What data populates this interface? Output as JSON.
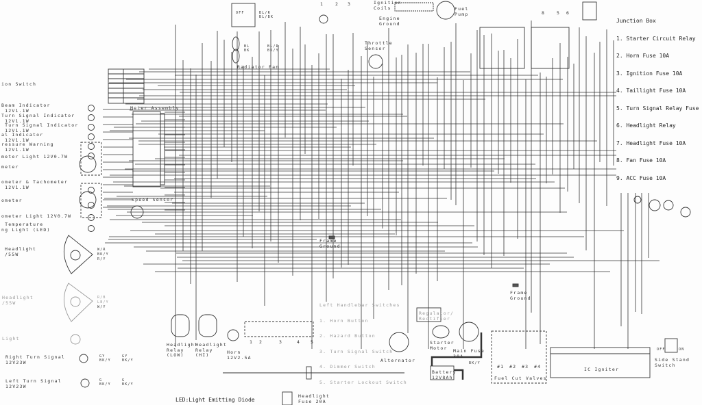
{
  "junction_box": {
    "title": "Junction Box",
    "items": [
      "1. Starter Circuit Relay",
      "2. Horn Fuse 10A",
      "3. Ignition Fuse 10A",
      "4. Taillight Fuse 10A",
      "5. Turn Signal Relay Fuse",
      "6. Headlight Relay",
      "7. Headlight Fuse 10A",
      "8. Fan Fuse 10A",
      "9. ACC Fuse 10A"
    ]
  },
  "left_labels": {
    "ignition_switch": "ion Switch",
    "beam_indicator": "Beam Indicator\n 12V1.1W",
    "turn_indicator_1": "Turn Signal Indicator\n 12V1.1W",
    "turn_indicator_2": " Turn Signal Indicator\n 12V1.1W",
    "neutral_indicator": "al Indicator\n 12V1.1W",
    "pressure_warning": "ressure Warning\n 12V1.1W",
    "meter_light_1": "meter Light 12V0.7W",
    "meter": "meter",
    "speedometer_tach": "ometer & Tachometer\n 12V1.1W",
    "ometer": "ometer",
    "meter_light_2": "ometer Light 12V0.7W",
    "temperature": " Temperature\nng Light (LED)",
    "headlight_1": "Headlight\n/55W",
    "headlight_2": "Headlight\n/55W",
    "light": "Light",
    "right_turn": "Right Turn Signal\n12V23W",
    "left_turn": "Left Turn Signal\n12V23W"
  },
  "components": {
    "meter_assembly": "Meter Assembly",
    "speed_sensor": "Speed Sensor",
    "radiator_fan": "Radiator Fan",
    "ignition_coils": "Ignition\nCoils",
    "engine_ground": "Engine\nGround",
    "throttle_sensor": "Throttle\nSensor",
    "fuel_pump": "Fuel\nPump",
    "frame_ground_1": "Frame\nGround",
    "frame_ground_2": "Frame\nGround",
    "headlight_relay_low": "Headlight\nRelay\n(LOW)",
    "headlight_relay_hi": "Headlight\nRelay\n(HI)",
    "horn": "Horn\n12V2.5A",
    "headlight_fuse": "Headlight\nFuse 20A",
    "led_note": "LED:Light Emitting Diode",
    "regulator": "Regulator/\nRectifier",
    "starter_motor": "Starter\nMotor",
    "main_fuse": "Main Fuse\n30A",
    "alternator": "Alternator",
    "battery": "Battery\n12V8Ah",
    "fuel_cut_valves": "Fuel Cut Valves",
    "valves": [
      "#1",
      "#2",
      "#3",
      "#4"
    ],
    "ic_igniter": "IC Igniter",
    "side_stand": "Side Stand\nSwitch",
    "off": "OFF",
    "on": "ON",
    "fan_off": "OFF"
  },
  "handlebar_switches": {
    "title": "Left Handlebar Switches",
    "items": [
      "1. Horn Button",
      "2. Hazard Button",
      "3. Turn Signal Switch",
      "4. Dimmer Switch",
      "5. Starter Lockout Switch"
    ],
    "numbers": [
      "1",
      "2",
      "3",
      "4",
      "5"
    ]
  },
  "top_circles": [
    "1",
    "2",
    "3"
  ],
  "right_circles": [
    "8",
    "5",
    "6"
  ],
  "wire_labels": {
    "fan": [
      "BL/R",
      "BL/BK",
      "BL",
      "BK",
      "BL/R",
      "BK/Y"
    ],
    "headlight_1": [
      "W/R",
      "BK/Y",
      "R/Y"
    ],
    "headlight_2": [
      "R/B",
      "LB/Y",
      "W/Y"
    ],
    "right_turn": [
      "GY",
      "BK/Y",
      "GY",
      "BK/Y"
    ],
    "left_turn": [
      "G",
      "BK/Y",
      "G",
      "BK/Y"
    ],
    "battery_wire": "BK/Y"
  },
  "colors": {
    "ink": "#2a2a2a",
    "paper": "#fdfdfd",
    "faded": "#9a9a9a"
  }
}
